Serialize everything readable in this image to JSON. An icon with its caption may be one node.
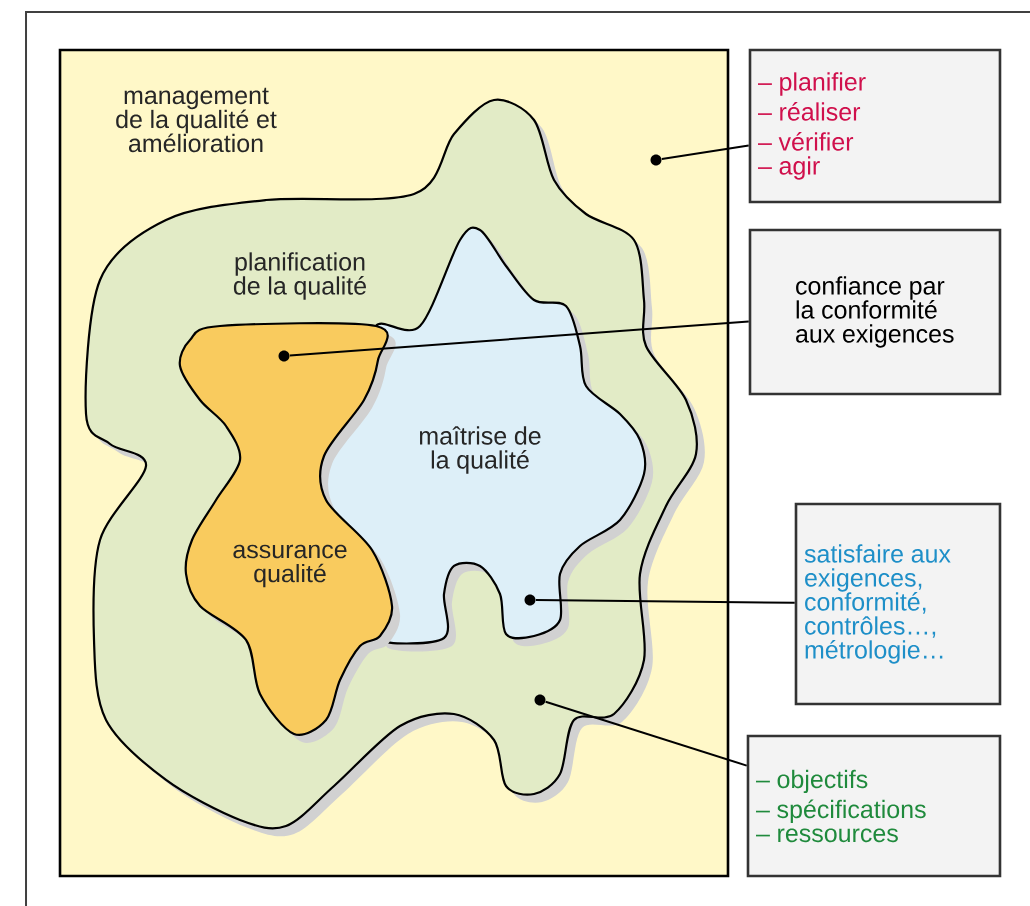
{
  "diagram": {
    "nodes": [
      {
        "text": [
          "management de la qualité et amélioration"
        ]
      },
      {
        "text": [
          "planification de la qualité"
        ],
        "in": 0
      },
      {
        "text": [
          "maîtrise de la qualité"
        ],
        "in": 1
      },
      {
        "text": [
          "assurance qualité"
        ],
        "in": 1
      },
      {
        "text": [
          "– planifier",
          "– réaliser",
          "– vérifier",
          "– agir"
        ]
      },
      {
        "text": [
          "confiance par la conformité aux exigences"
        ]
      },
      {
        "text": [
          "satisfaire aux exigences, conformité, contrôles…, métrologie…"
        ]
      },
      {
        "text": [
          "– objectifs",
          "– spécifications",
          "– ressources"
        ]
      },
      {
        "text": [],
        "shape": "circle",
        "in": 0
      },
      {
        "text": [],
        "shape": "circle",
        "in": 3
      },
      {
        "text": [],
        "shape": "circle",
        "in": 2
      },
      {
        "text": [],
        "shape": "circle",
        "in": 1
      }
    ],
    "edges": [
      {
        "from": 4,
        "to": 8,
        "arrow": "none"
      },
      {
        "from": 5,
        "to": 9,
        "arrow": "none"
      },
      {
        "from": 6,
        "to": 10,
        "arrow": "none"
      },
      {
        "from": 7,
        "to": 11,
        "arrow": "none"
      }
    ]
  }
}
